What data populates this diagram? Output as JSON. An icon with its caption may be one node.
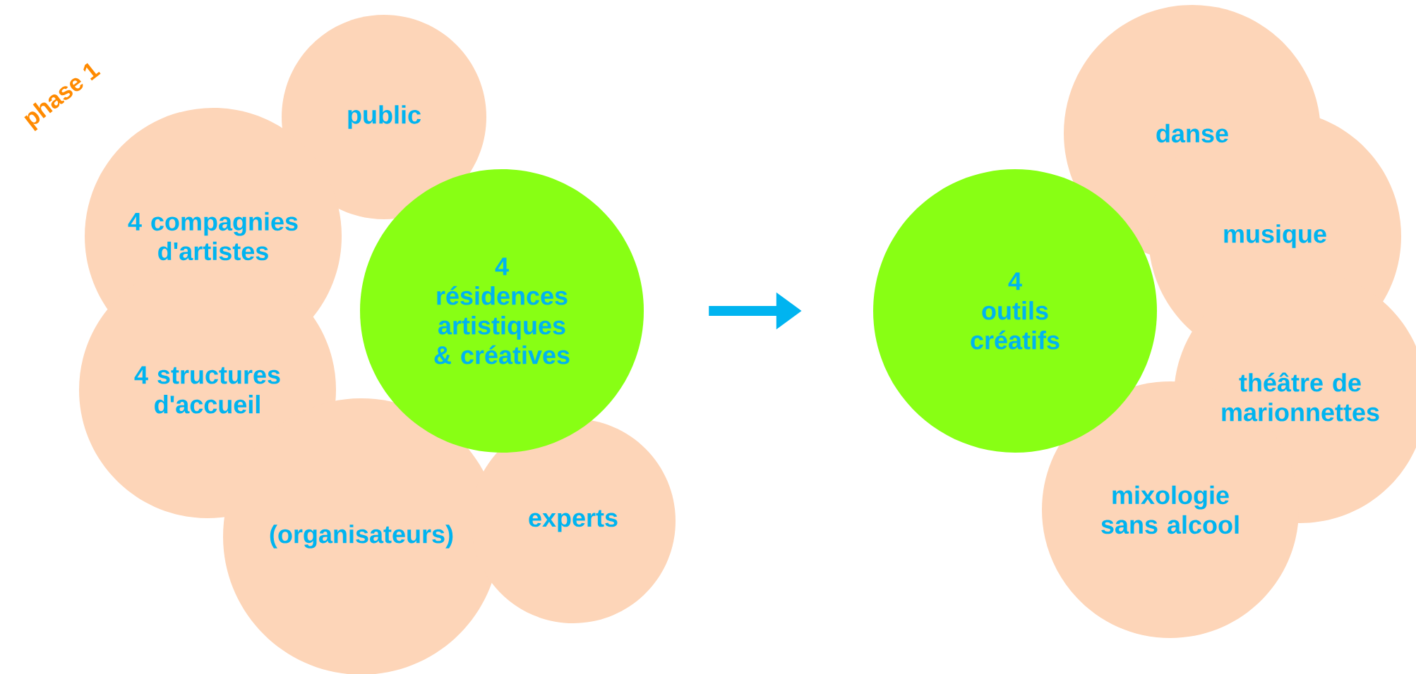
{
  "diagram": {
    "nodes": [
      {
        "text": [
          "public"
        ]
      },
      {
        "text": [
          "4 compagnies d'artistes"
        ]
      },
      {
        "text": [
          "4 structures d'accueil"
        ]
      },
      {
        "text": [
          "(organisateurs)"
        ]
      },
      {
        "text": [
          "experts"
        ]
      },
      {
        "text": [
          "4",
          "résidences artistiques & créatives"
        ]
      },
      {
        "text": [
          "4",
          "outils créatifs"
        ]
      },
      {
        "text": [
          "danse"
        ]
      },
      {
        "text": [
          "musique"
        ]
      },
      {
        "text": [
          "théâtre de marionnettes"
        ]
      },
      {
        "text": [
          "mixologie sans alcool"
        ]
      }
    ],
    "edges": [
      {
        "from": 5,
        "to": 6,
        "arrow": "to"
      }
    ],
    "labels": [
      "phase 1"
    ]
  }
}
